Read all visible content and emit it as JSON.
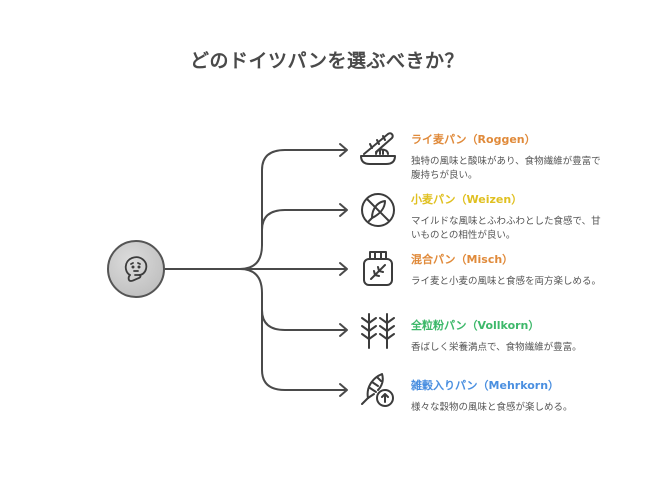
{
  "title": "どのドイツパンを選ぶべきか？",
  "hub": {
    "icon": "thinking-face-icon"
  },
  "colors": {
    "line": "#4a4a4a",
    "icon": "#3c3c3c",
    "desc": "#555555"
  },
  "items": [
    {
      "title": "ライ麦パン（Roggen）",
      "color": "#e08a3a",
      "description": "独特の風味と酸味があり、食物繊維が豊富で腹持ちが良い。",
      "icon": "bread-basket-icon"
    },
    {
      "title": "小麦パン（Weizen）",
      "color": "#e0c020",
      "description": "マイルドな風味とふわふわとした食感で、甘いものとの相性が良い。",
      "icon": "no-wheat-icon"
    },
    {
      "title": "混合パン（Misch）",
      "color": "#e08a3a",
      "description": "ライ麦と小麦の風味と食感を両方楽しめる。",
      "icon": "grain-jar-icon"
    },
    {
      "title": "全粒粉パン（Vollkorn）",
      "color": "#3db86a",
      "description": "香ばしく栄養満点で、食物繊維が豊富。",
      "icon": "wheat-stalks-icon"
    },
    {
      "title": "雑穀入りパン（Mehrkorn）",
      "color": "#4a8fe0",
      "description": "様々な穀物の風味と食感が楽しめる。",
      "icon": "grain-upload-icon"
    }
  ]
}
